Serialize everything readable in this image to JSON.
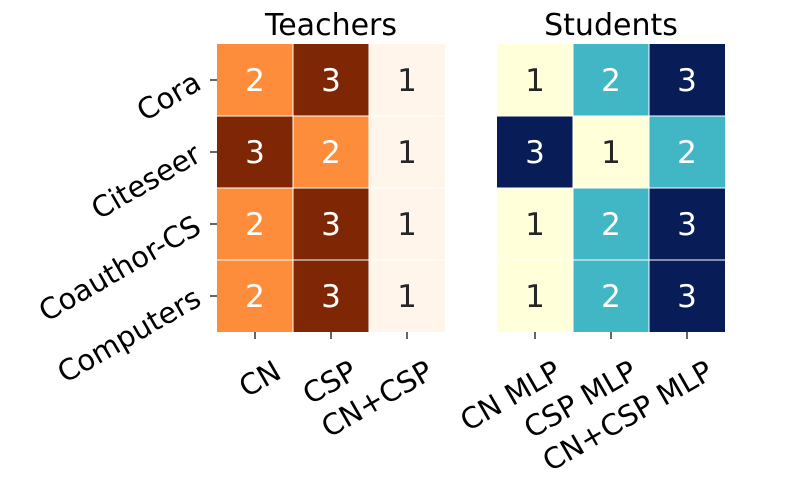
{
  "chart_data": [
    {
      "type": "heatmap",
      "title": "Teachers",
      "rows": [
        "Cora",
        "Citeseer",
        "Coauthor-CS",
        "Computers"
      ],
      "columns": [
        "CN",
        "CSP",
        "CN+CSP"
      ],
      "values": [
        [
          2,
          3,
          1
        ],
        [
          3,
          2,
          1
        ],
        [
          2,
          3,
          1
        ],
        [
          2,
          3,
          1
        ]
      ],
      "colormap": {
        "1": "#fff5eb",
        "2": "#fd8c3b",
        "3": "#7f2704"
      },
      "text_colors": {
        "1": "#262626",
        "2": "#ffffff",
        "3": "#ffffff"
      }
    },
    {
      "type": "heatmap",
      "title": "Students",
      "rows": [
        "Cora",
        "Citeseer",
        "Coauthor-CS",
        "Computers"
      ],
      "columns": [
        "CN MLP",
        "CSP MLP",
        "CN+CSP MLP"
      ],
      "values": [
        [
          1,
          2,
          3
        ],
        [
          3,
          1,
          2
        ],
        [
          1,
          2,
          3
        ],
        [
          1,
          2,
          3
        ]
      ],
      "colormap": {
        "1": "#ffffd9",
        "2": "#41b6c4",
        "3": "#081d58"
      },
      "text_colors": {
        "1": "#262626",
        "2": "#ffffff",
        "3": "#ffffff"
      }
    }
  ]
}
